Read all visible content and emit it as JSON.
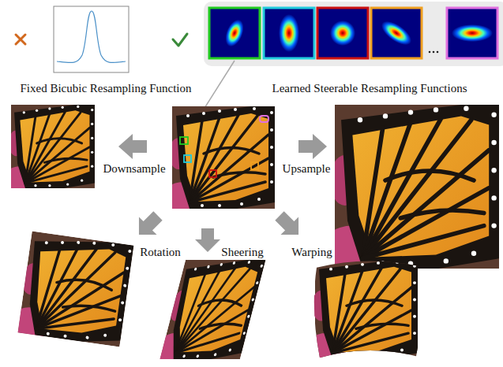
{
  "diagram": {
    "labels": [
      "Fixed Bicubic Resampling Function",
      "Learned Steerable Resampling Functions",
      "Downsample",
      "Upsample",
      "Rotation",
      "Sheering",
      "Warping"
    ]
  }
}
